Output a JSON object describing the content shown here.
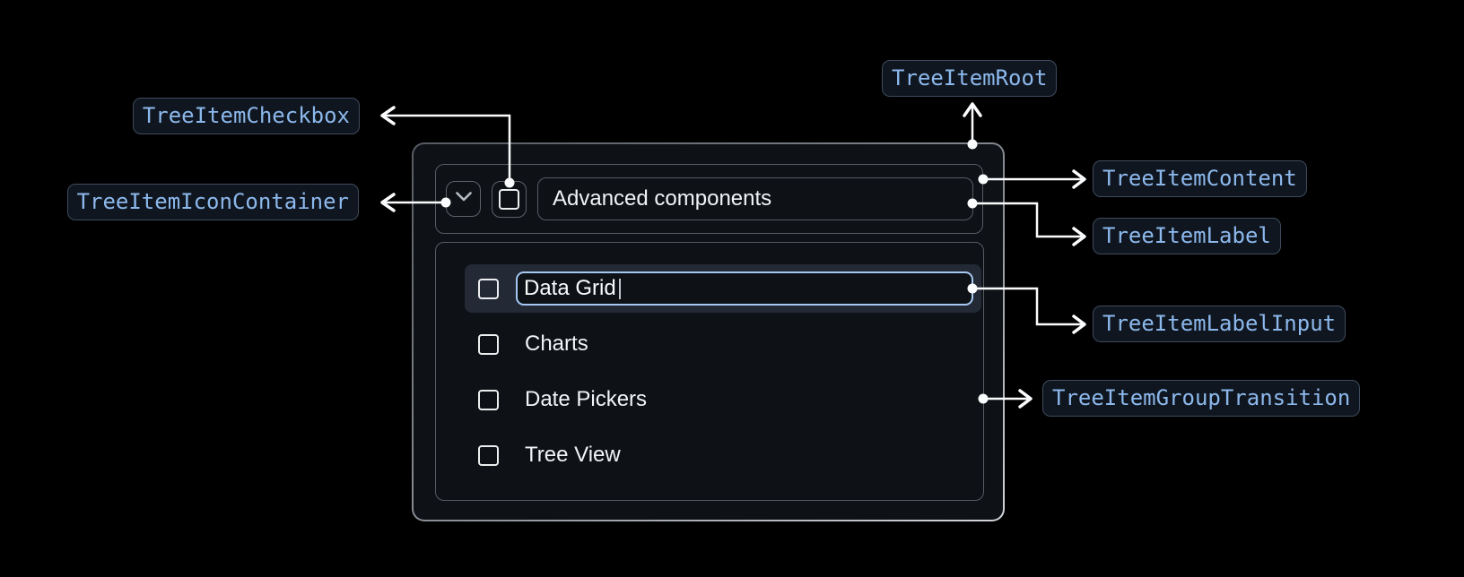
{
  "page": {
    "background": "#000000"
  },
  "badges": {
    "root": {
      "label": "TreeItemRoot"
    },
    "checkbox": {
      "label": "TreeItemCheckbox"
    },
    "icon_container": {
      "label": "TreeItemIconContainer"
    },
    "content": {
      "label": "TreeItemContent"
    },
    "label": {
      "label": "TreeItemLabel"
    },
    "label_input": {
      "label": "TreeItemLabelInput"
    },
    "group_transition": {
      "label": "TreeItemGroupTransition"
    }
  },
  "tree": {
    "parent_label": "Advanced components",
    "edit_value": "Data Grid",
    "children": [
      {
        "label": "Data Grid",
        "state": "editing"
      },
      {
        "label": "Charts"
      },
      {
        "label": "Date Pickers"
      },
      {
        "label": "Tree View"
      }
    ]
  },
  "icons": {
    "expand": "chevron-down-icon",
    "checkbox": "checkbox-unchecked-icon"
  },
  "colors": {
    "badge_text": "#8cb8ec",
    "badge_bg": "#10161f",
    "badge_border": "#3e4b5d",
    "box_border": "#575c64",
    "root_bg": "#0e1115",
    "selected_row_bg": "#232a36",
    "input_focus_border": "#a5c8f2",
    "text": "#f2f4f7",
    "arrow": "#fbfcfd"
  }
}
